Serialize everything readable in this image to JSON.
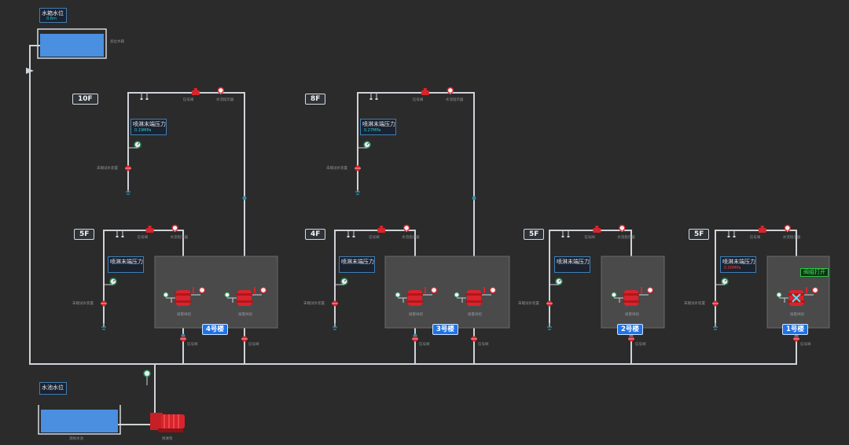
{
  "top_tank": {
    "title": "水箱水位",
    "value": "0.6m",
    "caption": "高位水箱"
  },
  "bottom_tank": {
    "title": "水池水位",
    "caption": "消防水池"
  },
  "pump_label": "喷淋泵",
  "labels": {
    "flow_indicator": "水流指示器",
    "signal_valve": "信号阀",
    "end_test": "末端试水装置",
    "alarm_valve": "报警阀组"
  },
  "floors": [
    {
      "id": "10f",
      "label": "10F",
      "pressure_title": "喷淋末端压力",
      "pressure_value": "0.19MPa",
      "pressure_alarm": false
    },
    {
      "id": "8f",
      "label": "8F",
      "pressure_title": "喷淋末端压力",
      "pressure_value": "0.27MPa",
      "pressure_alarm": false
    },
    {
      "id": "b4-5f",
      "label": "5F",
      "pressure_title": "喷淋末端压力",
      "pressure_value": "",
      "pressure_alarm": false
    },
    {
      "id": "b3-4f",
      "label": "4F",
      "pressure_title": "喷淋末端压力",
      "pressure_value": "",
      "pressure_alarm": false
    },
    {
      "id": "b2-5f",
      "label": "5F",
      "pressure_title": "喷淋末端压力",
      "pressure_value": "",
      "pressure_alarm": false
    },
    {
      "id": "b1-5f",
      "label": "5F",
      "pressure_title": "喷淋末端压力",
      "pressure_value": "0.00MPa",
      "pressure_alarm": true
    }
  ],
  "buildings": [
    {
      "id": "b4",
      "label": "4号楼"
    },
    {
      "id": "b3",
      "label": "3号楼"
    },
    {
      "id": "b2",
      "label": "2号楼"
    },
    {
      "id": "b1",
      "label": "1号楼"
    }
  ],
  "status_badge": "阀组打开",
  "colors": {
    "background": "#2b2b2b",
    "pipe": "#cfd3d8",
    "water": "#4a8fe0",
    "valve": "#d8242c",
    "building_badge": "#1e73e8",
    "open_status": "#3df25b",
    "alarm_text": "#ff3b30",
    "pressure_text": "#1ed1d8"
  }
}
